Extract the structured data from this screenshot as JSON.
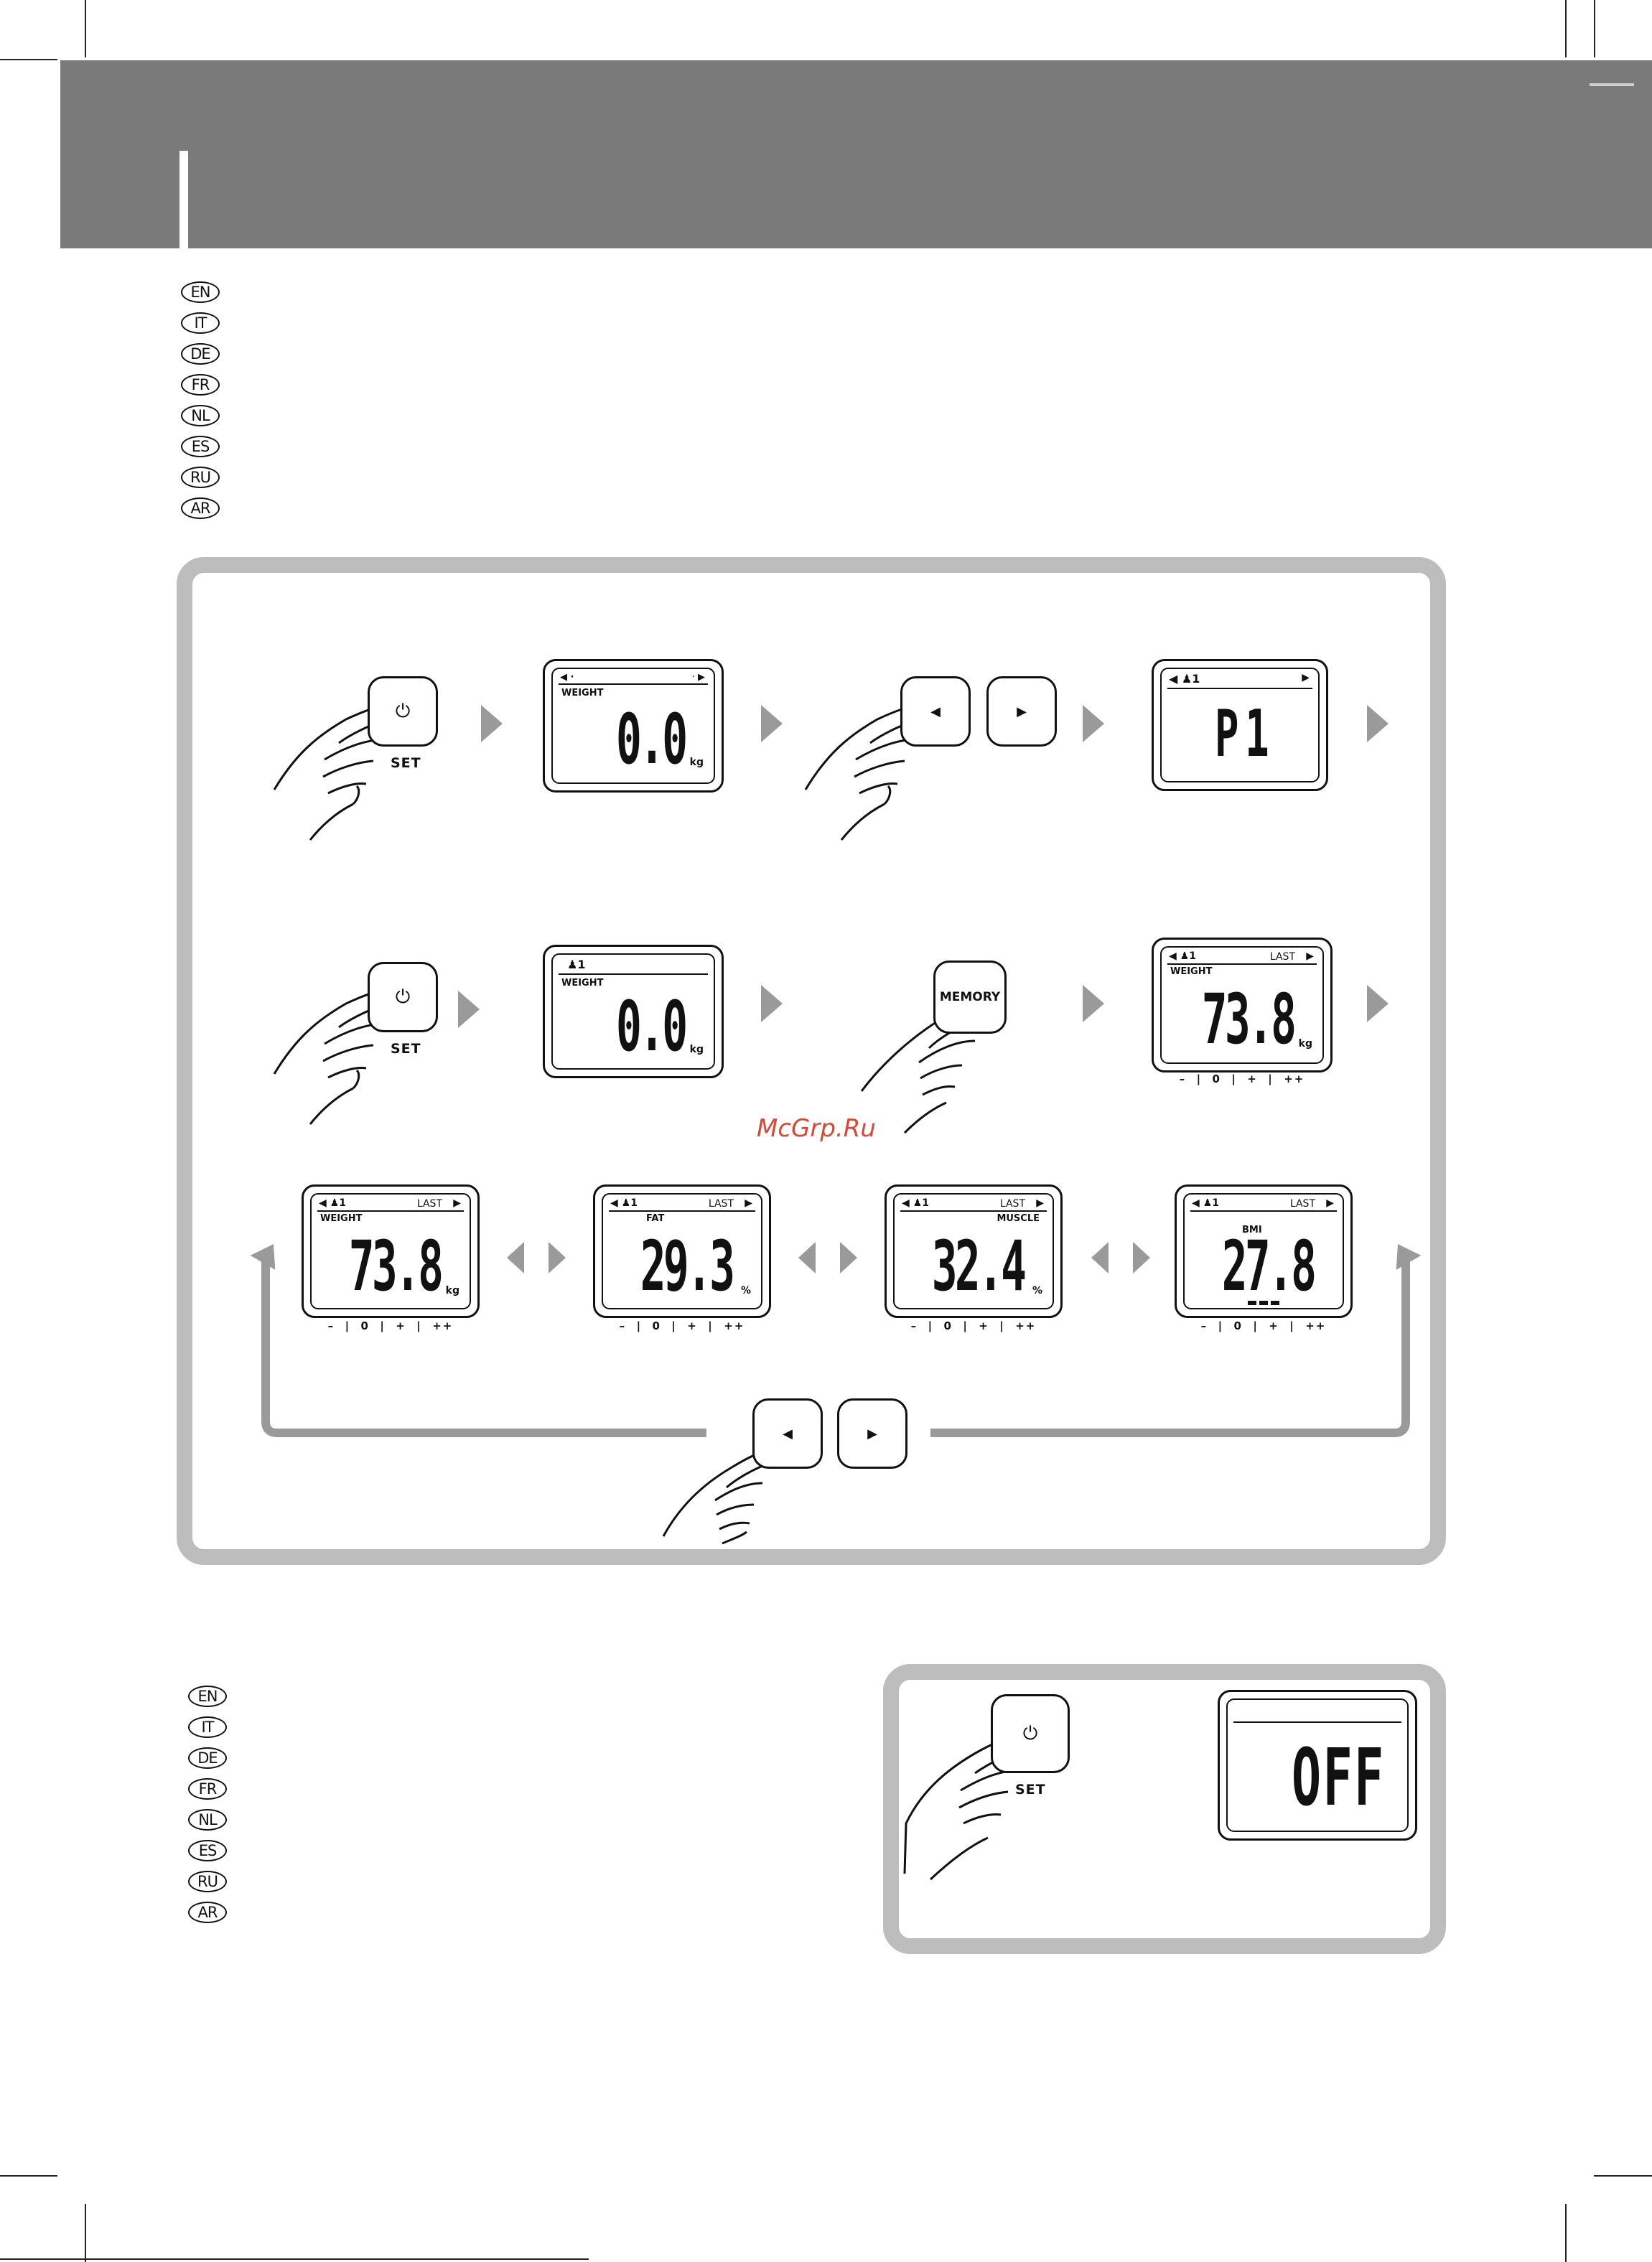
{
  "languages_top": [
    "EN",
    "IT",
    "DE",
    "FR",
    "NL",
    "ES",
    "RU",
    "AR"
  ],
  "languages_bottom": [
    "EN",
    "IT",
    "DE",
    "FR",
    "NL",
    "ES",
    "RU",
    "AR"
  ],
  "buttons": {
    "set_label": "SET",
    "power_glyph": "⏻",
    "left_glyph": "◀",
    "right_glyph": "▶",
    "memory_label": "MEMORY"
  },
  "row1": {
    "display1": {
      "label": "WEIGHT",
      "value": "0.0",
      "unit": "kg",
      "top_left": "◀ ·",
      "top_right": "· ▶"
    },
    "display2": {
      "top_left": "◀ ♟1",
      "top_right": "▶",
      "value": "P1"
    }
  },
  "row2": {
    "display1": {
      "top_left": "♟1",
      "label": "WEIGHT",
      "value": "0.0",
      "unit": "kg"
    },
    "display2": {
      "top_left": "◀ ♟1",
      "last": "LAST",
      "top_right": "▶",
      "label": "WEIGHT",
      "value": "73.8",
      "unit": "kg",
      "scale": "–  |  0  |  +  |  ++"
    }
  },
  "row3": [
    {
      "top_left": "◀ ♟1",
      "last": "LAST",
      "top_right": "▶",
      "label": "WEIGHT",
      "value": "73.8",
      "unit": "kg",
      "scale": "–  |  0  |  +  |  ++"
    },
    {
      "top_left": "◀ ♟1",
      "last": "LAST",
      "top_right": "▶",
      "label": "FAT",
      "value": "29.3",
      "unit": "%",
      "scale": "–  |  0  |  +  |  ++"
    },
    {
      "top_left": "◀ ♟1",
      "last": "LAST",
      "top_right": "▶",
      "label": "MUSCLE",
      "value": "32.4",
      "unit": "%",
      "scale": "–  |  0  |  +  |  ++"
    },
    {
      "top_left": "◀ ♟1",
      "last": "LAST",
      "top_right": "▶",
      "label": "BMI",
      "value": "27.8",
      "unit": "",
      "scale": "–  |  0  |  +  |  ++"
    }
  ],
  "off_display": {
    "value": "OFF"
  },
  "watermark": "McGrp.Ru",
  "colors": {
    "header": "#7a7a7a",
    "panel_border": "#bdbdbd",
    "arrow": "#9a9a9a",
    "watermark": "#d24a3a"
  }
}
